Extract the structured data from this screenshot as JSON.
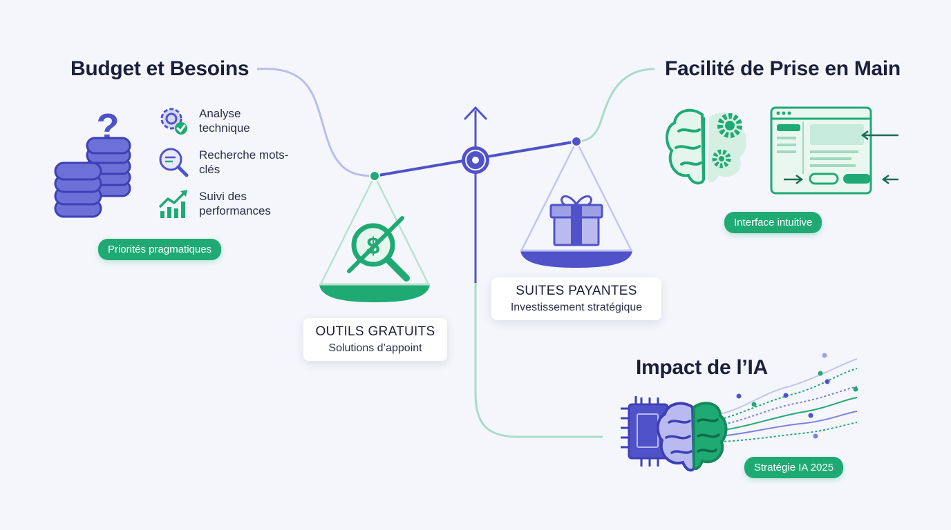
{
  "budget": {
    "title": "Budget et Besoins",
    "features": [
      {
        "icon": "gear-check-icon",
        "label": "Analyse technique"
      },
      {
        "icon": "search-keywords-icon",
        "label": "Recherche mots-clés"
      },
      {
        "icon": "growth-chart-icon",
        "label": "Suivi des performances"
      }
    ],
    "badge": "Priorités pragmatiques"
  },
  "ease": {
    "title": "Facilité de Prise en Main",
    "badge": "Interface intuitive"
  },
  "ai": {
    "title": "Impact de l’IA",
    "badge": "Stratégie IA 2025"
  },
  "scale": {
    "left": {
      "title": "OUTILS GRATUITS",
      "subtitle": "Solutions d’appoint"
    },
    "right": {
      "title": "SUITES PAYANTES",
      "subtitle": "Investissement stratégique"
    }
  },
  "colors": {
    "accent_purple": "#4f52c9",
    "accent_green": "#1faa74",
    "background": "#f4f6fb"
  }
}
